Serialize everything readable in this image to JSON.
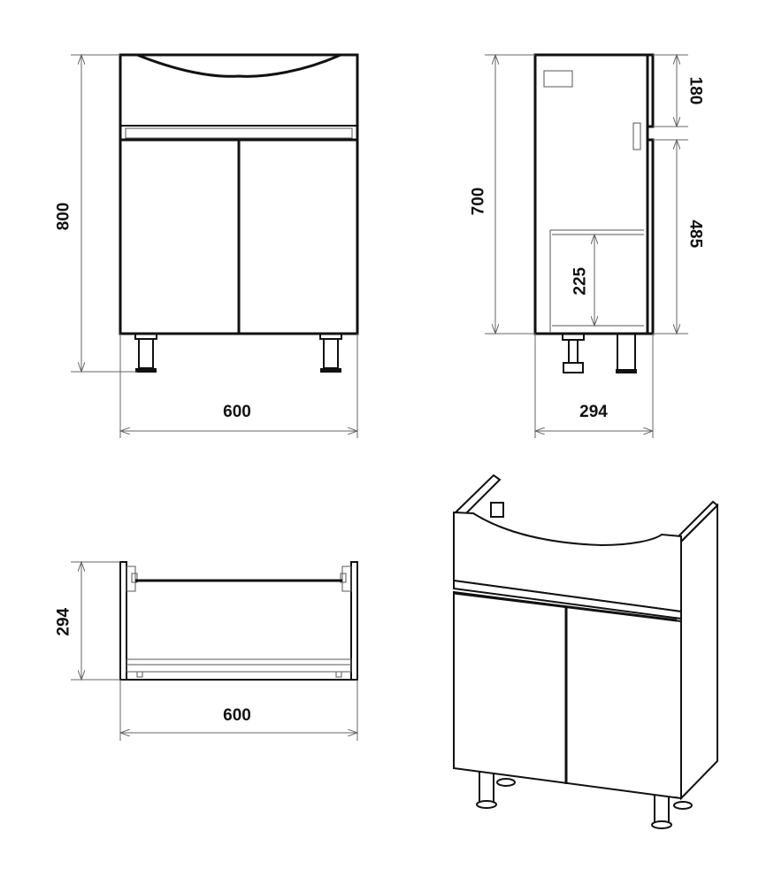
{
  "drawing": {
    "front_view": {
      "height_label": "800",
      "width_label": "600"
    },
    "side_view": {
      "height_label": "700",
      "depth_label": "294",
      "top_section_label": "180",
      "door_section_label": "485",
      "shelf_label": "225"
    },
    "top_view": {
      "depth_label": "294",
      "width_label": "600"
    }
  }
}
